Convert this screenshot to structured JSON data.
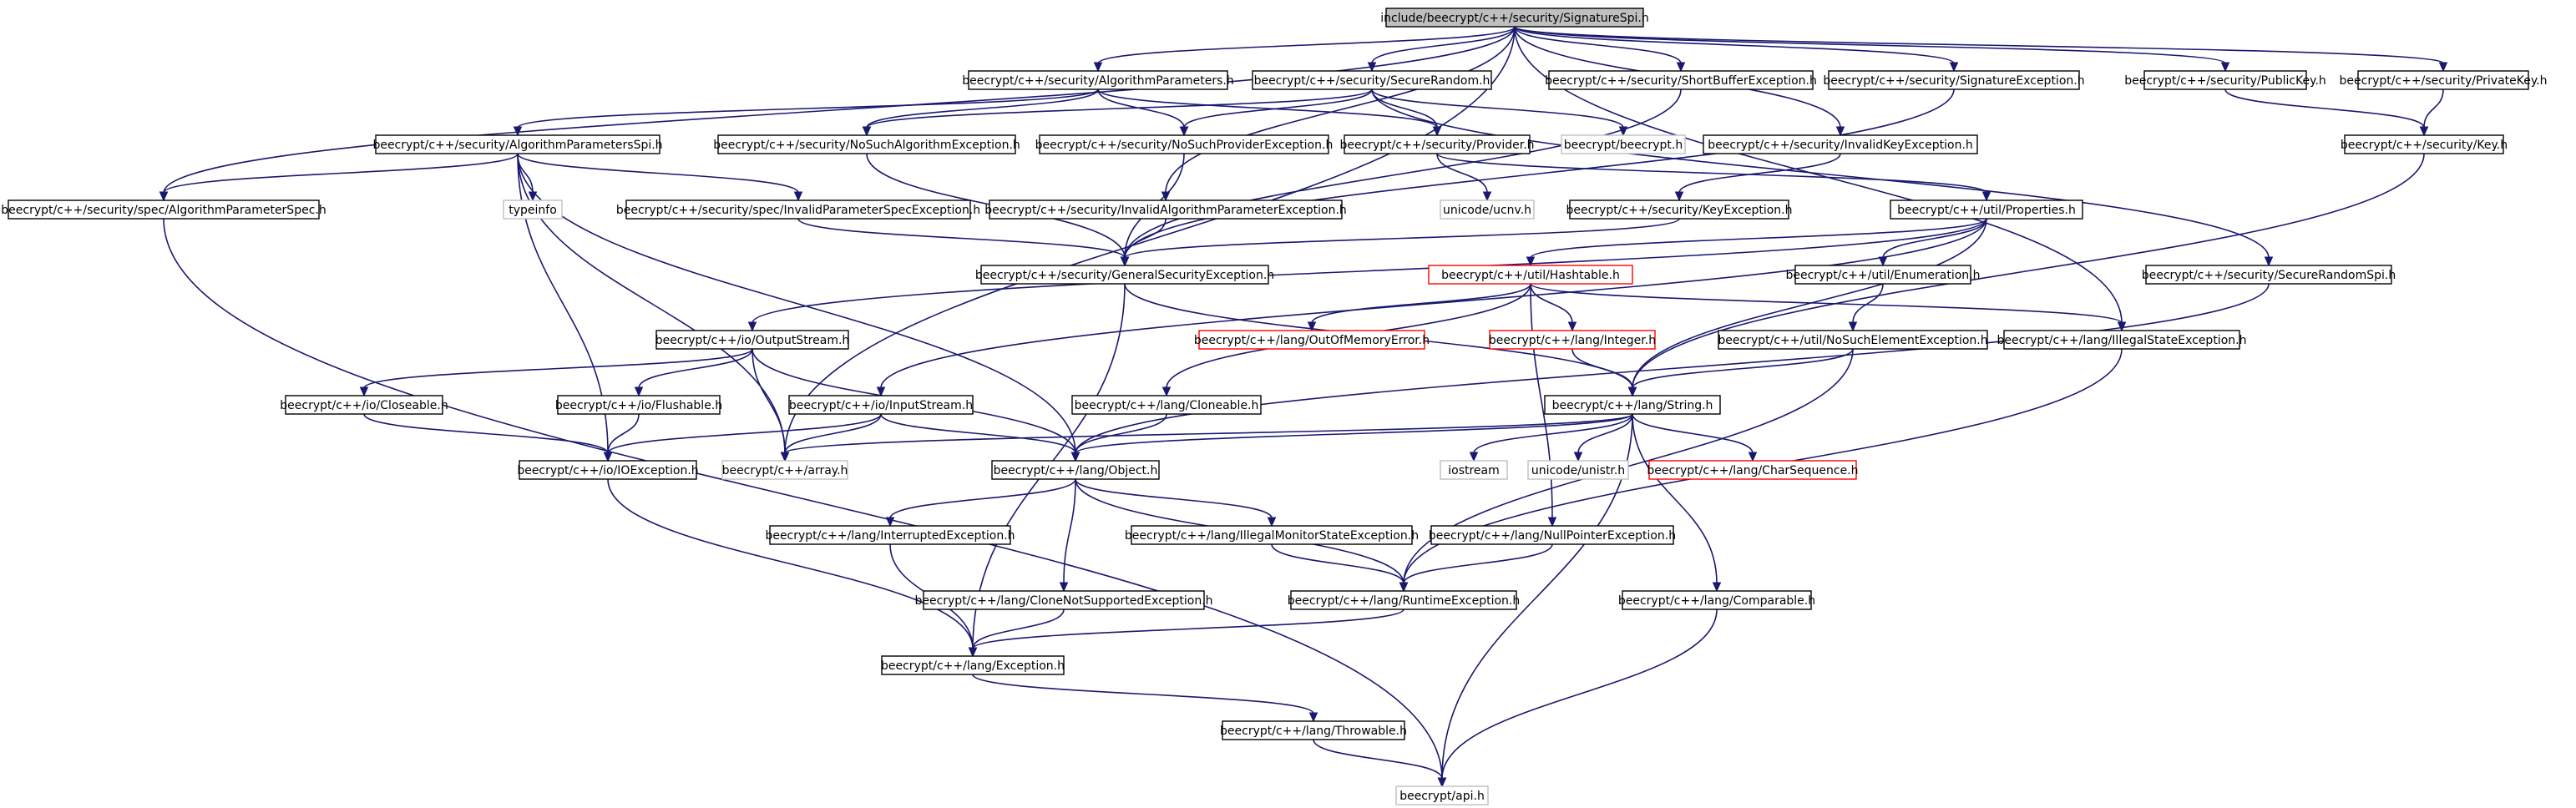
{
  "title": "include/beecrypt/c++/security/SignatureSpi.h",
  "nodes": [
    {
      "id": "root",
      "label": "include/beecrypt/c++/security/SignatureSpi.h",
      "style": "root"
    },
    {
      "id": "algParams",
      "label": "beecrypt/c++/security/AlgorithmParameters.h",
      "style": "normal"
    },
    {
      "id": "secRandom",
      "label": "beecrypt/c++/security/SecureRandom.h",
      "style": "normal"
    },
    {
      "id": "shortBuf",
      "label": "beecrypt/c++/security/ShortBufferException.h",
      "style": "normal"
    },
    {
      "id": "sigExc",
      "label": "beecrypt/c++/security/SignatureException.h",
      "style": "normal"
    },
    {
      "id": "pubKey",
      "label": "beecrypt/c++/security/PublicKey.h",
      "style": "normal"
    },
    {
      "id": "privKey",
      "label": "beecrypt/c++/security/PrivateKey.h",
      "style": "normal"
    },
    {
      "id": "algParamsSpi",
      "label": "beecrypt/c++/security/AlgorithmParametersSpi.h",
      "style": "normal"
    },
    {
      "id": "noSuchAlg",
      "label": "beecrypt/c++/security/NoSuchAlgorithmException.h",
      "style": "normal"
    },
    {
      "id": "noSuchProv",
      "label": "beecrypt/c++/security/NoSuchProviderException.h",
      "style": "normal"
    },
    {
      "id": "provider",
      "label": "beecrypt/c++/security/Provider.h",
      "style": "normal"
    },
    {
      "id": "beecryptH",
      "label": "beecrypt/beecrypt.h",
      "style": "missing"
    },
    {
      "id": "invKey",
      "label": "beecrypt/c++/security/InvalidKeyException.h",
      "style": "normal"
    },
    {
      "id": "keyH",
      "label": "beecrypt/c++/security/Key.h",
      "style": "normal"
    },
    {
      "id": "algParamSpec",
      "label": "beecrypt/c++/security/spec/AlgorithmParameterSpec.h",
      "style": "normal"
    },
    {
      "id": "typeinfo",
      "label": "typeinfo",
      "style": "missing"
    },
    {
      "id": "invParamSpec",
      "label": "beecrypt/c++/security/spec/InvalidParameterSpecException.h",
      "style": "normal"
    },
    {
      "id": "invAlgParam",
      "label": "beecrypt/c++/security/InvalidAlgorithmParameterException.h",
      "style": "normal"
    },
    {
      "id": "ucnv",
      "label": "unicode/ucnv.h",
      "style": "missing"
    },
    {
      "id": "keyExc",
      "label": "beecrypt/c++/security/KeyException.h",
      "style": "normal"
    },
    {
      "id": "props",
      "label": "beecrypt/c++/util/Properties.h",
      "style": "normal"
    },
    {
      "id": "genSec",
      "label": "beecrypt/c++/security/GeneralSecurityException.h",
      "style": "normal"
    },
    {
      "id": "hashtable",
      "label": "beecrypt/c++/util/Hashtable.h",
      "style": "truncated"
    },
    {
      "id": "enumH",
      "label": "beecrypt/c++/util/Enumeration.h",
      "style": "normal"
    },
    {
      "id": "secRandSpi",
      "label": "beecrypt/c++/security/SecureRandomSpi.h",
      "style": "normal"
    },
    {
      "id": "outStream",
      "label": "beecrypt/c++/io/OutputStream.h",
      "style": "normal"
    },
    {
      "id": "oom",
      "label": "beecrypt/c++/lang/OutOfMemoryError.h",
      "style": "truncated"
    },
    {
      "id": "integer",
      "label": "beecrypt/c++/lang/Integer.h",
      "style": "truncated"
    },
    {
      "id": "noSuchElem",
      "label": "beecrypt/c++/util/NoSuchElementException.h",
      "style": "normal"
    },
    {
      "id": "illegalState",
      "label": "beecrypt/c++/lang/IllegalStateException.h",
      "style": "normal"
    },
    {
      "id": "closeable",
      "label": "beecrypt/c++/io/Closeable.h",
      "style": "normal"
    },
    {
      "id": "flushable",
      "label": "beecrypt/c++/io/Flushable.h",
      "style": "normal"
    },
    {
      "id": "inStream",
      "label": "beecrypt/c++/io/InputStream.h",
      "style": "normal"
    },
    {
      "id": "cloneable",
      "label": "beecrypt/c++/lang/Cloneable.h",
      "style": "normal"
    },
    {
      "id": "string",
      "label": "beecrypt/c++/lang/String.h",
      "style": "normal"
    },
    {
      "id": "ioExc",
      "label": "beecrypt/c++/io/IOException.h",
      "style": "normal"
    },
    {
      "id": "arrayH",
      "label": "beecrypt/c++/array.h",
      "style": "missing"
    },
    {
      "id": "object",
      "label": "beecrypt/c++/lang/Object.h",
      "style": "normal"
    },
    {
      "id": "iostream",
      "label": "iostream",
      "style": "missing"
    },
    {
      "id": "unistr",
      "label": "unicode/unistr.h",
      "style": "missing"
    },
    {
      "id": "charSeq",
      "label": "beecrypt/c++/lang/CharSequence.h",
      "style": "truncated"
    },
    {
      "id": "interrupted",
      "label": "beecrypt/c++/lang/InterruptedException.h",
      "style": "normal"
    },
    {
      "id": "illegalMon",
      "label": "beecrypt/c++/lang/IllegalMonitorStateException.h",
      "style": "normal"
    },
    {
      "id": "nullPtr",
      "label": "beecrypt/c++/lang/NullPointerException.h",
      "style": "normal"
    },
    {
      "id": "cloneNotSup",
      "label": "beecrypt/c++/lang/CloneNotSupportedException.h",
      "style": "normal"
    },
    {
      "id": "runtime",
      "label": "beecrypt/c++/lang/RuntimeException.h",
      "style": "normal"
    },
    {
      "id": "comparable",
      "label": "beecrypt/c++/lang/Comparable.h",
      "style": "normal"
    },
    {
      "id": "exception",
      "label": "beecrypt/c++/lang/Exception.h",
      "style": "normal"
    },
    {
      "id": "throwable",
      "label": "beecrypt/c++/lang/Throwable.h",
      "style": "normal"
    },
    {
      "id": "api",
      "label": "beecrypt/api.h",
      "style": "missing"
    }
  ],
  "edges": [
    [
      "root",
      "algParams"
    ],
    [
      "root",
      "secRandom"
    ],
    [
      "root",
      "shortBuf"
    ],
    [
      "root",
      "sigExc"
    ],
    [
      "root",
      "pubKey"
    ],
    [
      "root",
      "privKey"
    ],
    [
      "root",
      "algParamSpec"
    ],
    [
      "root",
      "arrayH"
    ],
    [
      "root",
      "invAlgParam"
    ],
    [
      "root",
      "invKey"
    ],
    [
      "root",
      "illegalState"
    ],
    [
      "algParams",
      "algParamsSpi"
    ],
    [
      "algParams",
      "noSuchAlg"
    ],
    [
      "algParams",
      "noSuchProv"
    ],
    [
      "algParams",
      "provider"
    ],
    [
      "secRandom",
      "noSuchAlg"
    ],
    [
      "secRandom",
      "noSuchProv"
    ],
    [
      "secRandom",
      "provider"
    ],
    [
      "secRandom",
      "beecryptH"
    ],
    [
      "secRandom",
      "secRandSpi"
    ],
    [
      "shortBuf",
      "genSec"
    ],
    [
      "sigExc",
      "genSec"
    ],
    [
      "pubKey",
      "keyH"
    ],
    [
      "privKey",
      "keyH"
    ],
    [
      "keyH",
      "string"
    ],
    [
      "algParamsSpi",
      "algParamSpec"
    ],
    [
      "algParamsSpi",
      "typeinfo"
    ],
    [
      "algParamsSpi",
      "invParamSpec"
    ],
    [
      "algParamsSpi",
      "ioExc"
    ],
    [
      "algParamsSpi",
      "arrayH"
    ],
    [
      "algParamsSpi",
      "object"
    ],
    [
      "noSuchAlg",
      "genSec"
    ],
    [
      "noSuchProv",
      "genSec"
    ],
    [
      "provider",
      "ucnv"
    ],
    [
      "provider",
      "props"
    ],
    [
      "invKey",
      "keyExc"
    ],
    [
      "keyExc",
      "genSec"
    ],
    [
      "algParamSpec",
      "api"
    ],
    [
      "invParamSpec",
      "genSec"
    ],
    [
      "invAlgParam",
      "genSec"
    ],
    [
      "props",
      "hashtable"
    ],
    [
      "props",
      "enumH"
    ],
    [
      "props",
      "inStream"
    ],
    [
      "props",
      "outStream"
    ],
    [
      "props",
      "string"
    ],
    [
      "genSec",
      "exception"
    ],
    [
      "genSec",
      "string"
    ],
    [
      "hashtable",
      "oom"
    ],
    [
      "hashtable",
      "integer"
    ],
    [
      "hashtable",
      "cloneable"
    ],
    [
      "hashtable",
      "nullPtr"
    ],
    [
      "hashtable",
      "illegalState"
    ],
    [
      "enumH",
      "noSuchElem"
    ],
    [
      "secRandSpi",
      "object"
    ],
    [
      "outStream",
      "closeable"
    ],
    [
      "outStream",
      "flushable"
    ],
    [
      "outStream",
      "arrayH"
    ],
    [
      "outStream",
      "object"
    ],
    [
      "integer",
      "string"
    ],
    [
      "noSuchElem",
      "string"
    ],
    [
      "noSuchElem",
      "runtime"
    ],
    [
      "illegalState",
      "runtime"
    ],
    [
      "closeable",
      "ioExc"
    ],
    [
      "flushable",
      "ioExc"
    ],
    [
      "inStream",
      "ioExc"
    ],
    [
      "inStream",
      "arrayH"
    ],
    [
      "inStream",
      "object"
    ],
    [
      "cloneable",
      "object"
    ],
    [
      "string",
      "arrayH"
    ],
    [
      "string",
      "object"
    ],
    [
      "string",
      "iostream"
    ],
    [
      "string",
      "unistr"
    ],
    [
      "string",
      "charSeq"
    ],
    [
      "string",
      "comparable"
    ],
    [
      "string",
      "api"
    ],
    [
      "ioExc",
      "exception"
    ],
    [
      "object",
      "interrupted"
    ],
    [
      "object",
      "illegalMon"
    ],
    [
      "object",
      "cloneNotSup"
    ],
    [
      "object",
      "runtime"
    ],
    [
      "interrupted",
      "exception"
    ],
    [
      "illegalMon",
      "runtime"
    ],
    [
      "nullPtr",
      "runtime"
    ],
    [
      "cloneNotSup",
      "exception"
    ],
    [
      "runtime",
      "exception"
    ],
    [
      "comparable",
      "api"
    ],
    [
      "exception",
      "throwable"
    ],
    [
      "throwable",
      "api"
    ]
  ],
  "colors": {
    "edge": "#191970",
    "node_border": "#000000",
    "missing_border": "#bfbfbf",
    "truncated_border": "#ff0000",
    "root_fill": "#bfbfbf",
    "node_fill": "#ffffff",
    "text": "#000000"
  }
}
